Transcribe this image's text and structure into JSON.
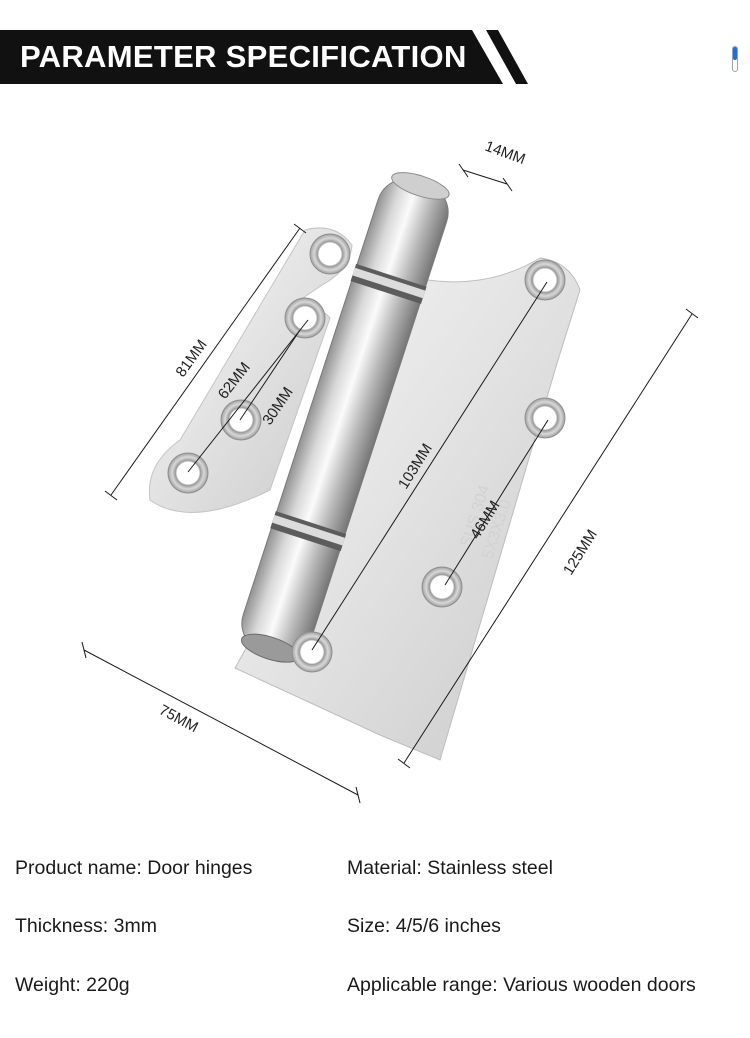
{
  "header": {
    "title": "PARAMETER SPECIFICATION"
  },
  "diagram": {
    "dimensions": {
      "pin_width": "14MM",
      "hole_span_left": "81MM",
      "hole_spacing_outer": "62MM",
      "hole_spacing_inner": "30MM",
      "hole_span_right": "103MM",
      "hole_spacing_right": "46MM",
      "height": "125MM",
      "width": "75MM"
    }
  },
  "specs": {
    "product_name": "Product name: Door hinges",
    "material": "Material: Stainless steel",
    "thickness": "Thickness: 3mm",
    "size": "Size: 4/5/6 inches",
    "weight": "Weight: 220g",
    "range": "Applicable range: Various wooden doors"
  },
  "colors": {
    "banner_bg": "#111111",
    "banner_text": "#ffffff",
    "accent": "#1e6fd9"
  }
}
